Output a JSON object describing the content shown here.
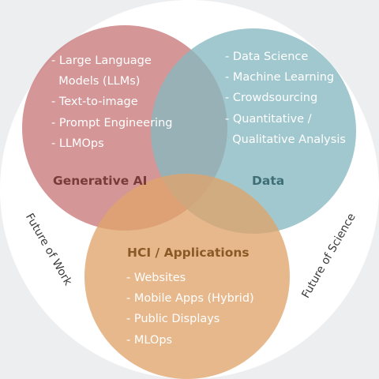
{
  "colors": {
    "background": "#eceef0",
    "outer_circle": "#ffffff",
    "generative_ai": "#c8787a",
    "data": "#86b8c0",
    "hci": "#e0a46c",
    "generative_ai_heading": "#7a3a38",
    "data_heading": "#3e6e76",
    "hci_heading": "#8a5a26"
  },
  "outer_labels": {
    "left": "Future of Work",
    "right": "Future of Science"
  },
  "generative_ai": {
    "heading": "Generative AI",
    "items": [
      "- Large Language",
      "  Models (LLMs)",
      "- Text-to-image",
      "- Prompt Engineering",
      "- LLMOps"
    ]
  },
  "data": {
    "heading": "Data",
    "items": [
      "- Data Science",
      "- Machine Learning",
      "- Crowdsourcing",
      "- Quantitative /",
      "  Qualitative Analysis"
    ]
  },
  "hci": {
    "heading": "HCI / Applications",
    "items": [
      "- Websites",
      "- Mobile Apps (Hybrid)",
      "- Public Displays",
      "- MLOps"
    ]
  }
}
